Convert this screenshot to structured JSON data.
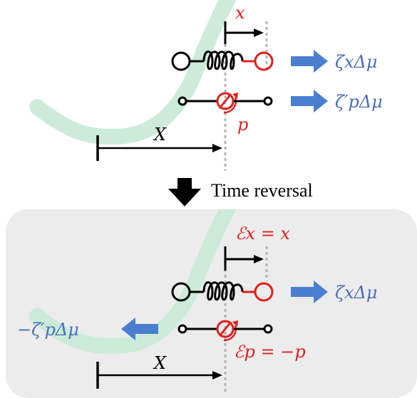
{
  "colors": {
    "accent_red": "#e0201f",
    "arrow_blue": "#4a7fd0",
    "text_blue": "#4a6fb8",
    "ink": "#000000",
    "potential_green": "#c9ebd7",
    "panel_gray": "#ececec",
    "guide_gray": "#b4b4b4"
  },
  "top_panel": {
    "x_label": "x",
    "p_label": "p",
    "X_label": "X",
    "position_force": "ζxΔμ",
    "momentum_force": "ζ′pΔμ"
  },
  "transition": {
    "label": "Time reversal",
    "icon": "down-arrow-icon"
  },
  "bottom_panel": {
    "x_label": "ℰx = x",
    "p_label": "ℰp = −p",
    "X_label": "X",
    "position_force": "ζxΔμ",
    "momentum_force": "−ζ′pΔμ"
  },
  "icons": {
    "spring": "spring-icon",
    "rotor": "rotor-icon",
    "force_arrow": "arrow-icon"
  }
}
